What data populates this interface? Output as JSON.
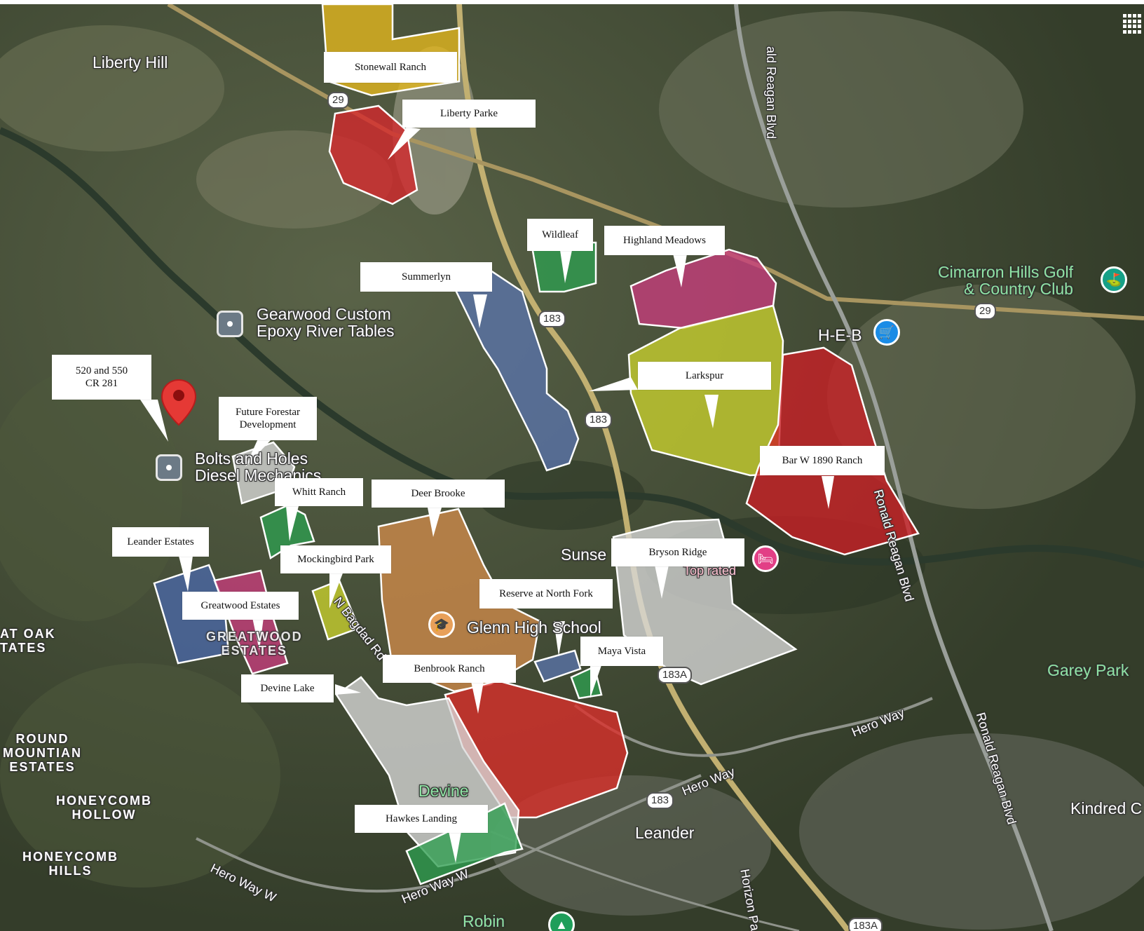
{
  "communities": [
    {
      "id": "stonewall-ranch",
      "label": "Stonewall Ranch",
      "color": "#e5b81e"
    },
    {
      "id": "liberty-parke",
      "label": "Liberty Parke",
      "color": "#d6262b"
    },
    {
      "id": "wildleaf",
      "label": "Wildleaf",
      "color": "#2e9e4f"
    },
    {
      "id": "highland-meadows",
      "label": "Highland Meadows",
      "color": "#c83c7c"
    },
    {
      "id": "summerlyn",
      "label": "Summerlyn",
      "color": "#5a73aa"
    },
    {
      "id": "larkspur",
      "label": "Larkspur",
      "color": "#c9d12e"
    },
    {
      "id": "bar-w-1890-ranch",
      "label": "Bar W 1890 Ranch",
      "color": "#cc1f25"
    },
    {
      "id": "cr-281",
      "label": "520 and 550\nCR 281",
      "color": "#ffffff"
    },
    {
      "id": "future-forestar",
      "label": "Future Forestar\nDevelopment",
      "color": "#d9d9d9"
    },
    {
      "id": "whitt-ranch",
      "label": "Whitt Ranch",
      "color": "#2e9e4f"
    },
    {
      "id": "deer-brooke",
      "label": "Deer Brooke",
      "color": "#d08a4a"
    },
    {
      "id": "leander-estates",
      "label": "Leander Estates",
      "color": "#4a68a8"
    },
    {
      "id": "mockingbird-park",
      "label": "Mockingbird Park",
      "color": "#c9d12e"
    },
    {
      "id": "greatwood-estates",
      "label": "Greatwood Estates",
      "color": "#c83c7c"
    },
    {
      "id": "reserve-north-fork",
      "label": "Reserve at North Fork",
      "color": "#5a73aa"
    },
    {
      "id": "bryson-ridge",
      "label": "Bryson Ridge",
      "color": "#d9d9d9"
    },
    {
      "id": "maya-vista",
      "label": "Maya Vista",
      "color": "#2e9e4f"
    },
    {
      "id": "benbrook-ranch",
      "label": "Benbrook Ranch",
      "color": "#dd2e2a"
    },
    {
      "id": "devine-lake",
      "label": "Devine Lake",
      "color": "#d9d9d9"
    },
    {
      "id": "hawkes-landing",
      "label": "Hawkes Landing",
      "color": "#2e9e4f"
    }
  ],
  "map_labels": {
    "liberty_hill": "Liberty Hill",
    "gearwood": "Gearwood Custom\nEpoxy River Tables",
    "bolts": "Bolts and Holes\nDiesel Mechanics",
    "cimarron": "Cimarron Hills Golf\n& Country Club",
    "heb": "H-E-B",
    "sunset": "Sunse",
    "top_rated": "Top rated",
    "glenn": "Glenn High School",
    "garey_park": "Garey Park",
    "leander": "Leander",
    "kindred": "Kindred C",
    "devine": "Devine",
    "robin": "Robin",
    "oak_estates": "AT OAK\nTATES",
    "round_mountain": "ROUND\nMOUNTIAN\nESTATES",
    "honeycomb_hollow": "HONEYCOMB\nHOLLOW",
    "honeycomb_hills": "HONEYCOMB\nHILLS",
    "greatwood_map": "GREATWOOD\nESTATES",
    "ronald_reagan_top": "ald Reagan Blvd",
    "ronald_reagan_mid": "Ronald Reagan Blvd",
    "ronald_reagan_low": "Ronald Reagan Blvd",
    "hero_way_1": "Hero Way",
    "hero_way_2": "Hero Way",
    "hero_way_w1": "Hero Way W",
    "hero_way_w2": "Hero Way W",
    "n_bagdad": "N Bagdad Rd",
    "horizon": "Horizon Pa"
  },
  "shields": {
    "s29a": "29",
    "s29b": "29",
    "s183a": "183",
    "s183b": "183",
    "s183c": "183",
    "s183A_1": "183A",
    "s183A_2": "183A"
  }
}
